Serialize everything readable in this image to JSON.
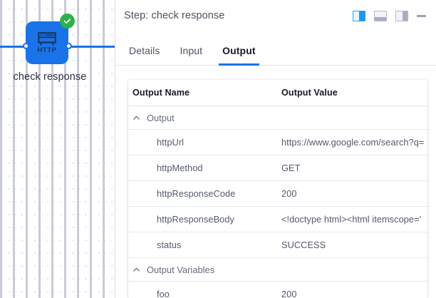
{
  "canvas": {
    "node": {
      "type_label": "HTTP",
      "name": "check response",
      "status": "success",
      "node_color": "#1a73e8",
      "status_color": "#2eb04a"
    }
  },
  "panel": {
    "title": "Step: check response",
    "actions": [
      {
        "name": "layout-split-icon",
        "label": "Split layout",
        "active": true
      },
      {
        "name": "layout-bottom-icon",
        "label": "Bottom layout",
        "active": false
      },
      {
        "name": "layout-right-icon",
        "label": "Right layout",
        "active": false
      },
      {
        "name": "minimize-icon",
        "label": "Minimize",
        "active": false
      }
    ],
    "tabs": [
      {
        "label": "Details",
        "active": false
      },
      {
        "label": "Input",
        "active": false
      },
      {
        "label": "Output",
        "active": true
      }
    ],
    "table": {
      "headers": {
        "name": "Output Name",
        "value": "Output Value"
      },
      "groups": [
        {
          "label": "Output",
          "expanded": true,
          "rows": [
            {
              "name": "httpUrl",
              "value": "https://www.google.com/search?q="
            },
            {
              "name": "httpMethod",
              "value": "GET"
            },
            {
              "name": "httpResponseCode",
              "value": "200"
            },
            {
              "name": "httpResponseBody",
              "value": "<!doctype html><html itemscope='"
            },
            {
              "name": "status",
              "value": "SUCCESS"
            }
          ]
        },
        {
          "label": "Output Variables",
          "expanded": true,
          "rows": [
            {
              "name": "foo",
              "value": "200"
            }
          ]
        }
      ]
    }
  },
  "colors": {
    "accent": "#1a73e8",
    "success": "#2eb04a",
    "text": "#545a6e",
    "heading": "#171b26"
  }
}
